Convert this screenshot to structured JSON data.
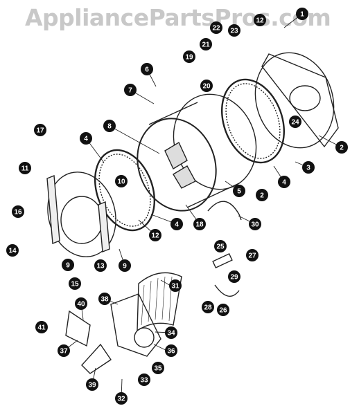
{
  "watermark": "AppliancePartsPros.com",
  "callouts": [
    "1",
    "2",
    "2",
    "3",
    "4",
    "4",
    "4",
    "5",
    "6",
    "7",
    "8",
    "9",
    "9",
    "10",
    "11",
    "12",
    "12",
    "13",
    "14",
    "15",
    "16",
    "17",
    "18",
    "19",
    "20",
    "21",
    "22",
    "23",
    "24",
    "25",
    "26",
    "27",
    "28",
    "29",
    "30",
    "31",
    "32",
    "33",
    "34",
    "35",
    "36",
    "37",
    "38",
    "39",
    "40",
    "41"
  ]
}
